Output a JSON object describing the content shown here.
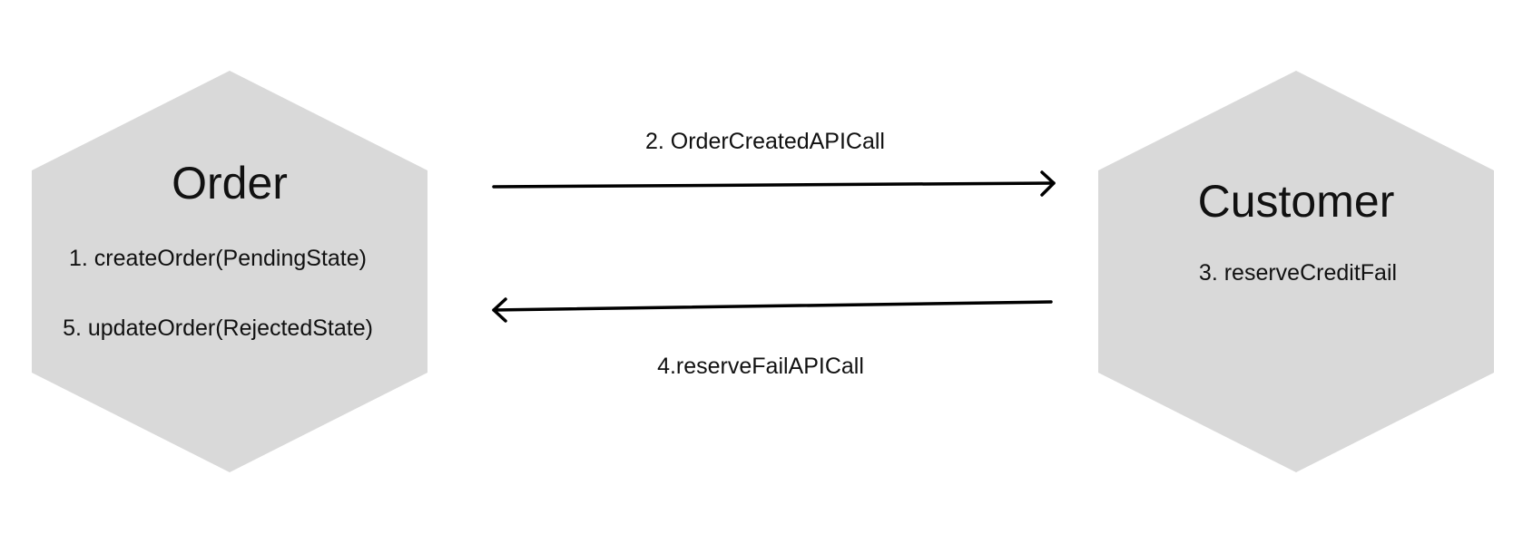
{
  "nodes": {
    "order": {
      "title": "Order",
      "steps": [
        "1. createOrder(PendingState)",
        "5. updateOrder(RejectedState)"
      ]
    },
    "customer": {
      "title": "Customer",
      "steps": [
        "3. reserveCreditFail"
      ]
    }
  },
  "edges": {
    "order_to_customer": {
      "label": "2. OrderCreatedAPICall",
      "direction": "order-to-customer"
    },
    "customer_to_order": {
      "label": "4.reserveFailAPICall",
      "direction": "customer-to-order"
    }
  },
  "colors": {
    "node_fill": "#d9d9d9",
    "line": "#000000",
    "text": "#111111"
  }
}
